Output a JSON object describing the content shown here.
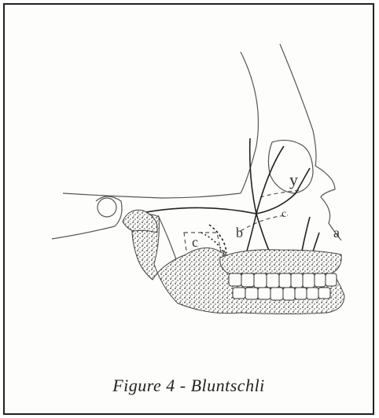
{
  "caption": "Figure 4 - Bluntschli",
  "labels": {
    "a": "a",
    "b": "b",
    "c_small": "c",
    "c_large": "c",
    "y": "y"
  }
}
